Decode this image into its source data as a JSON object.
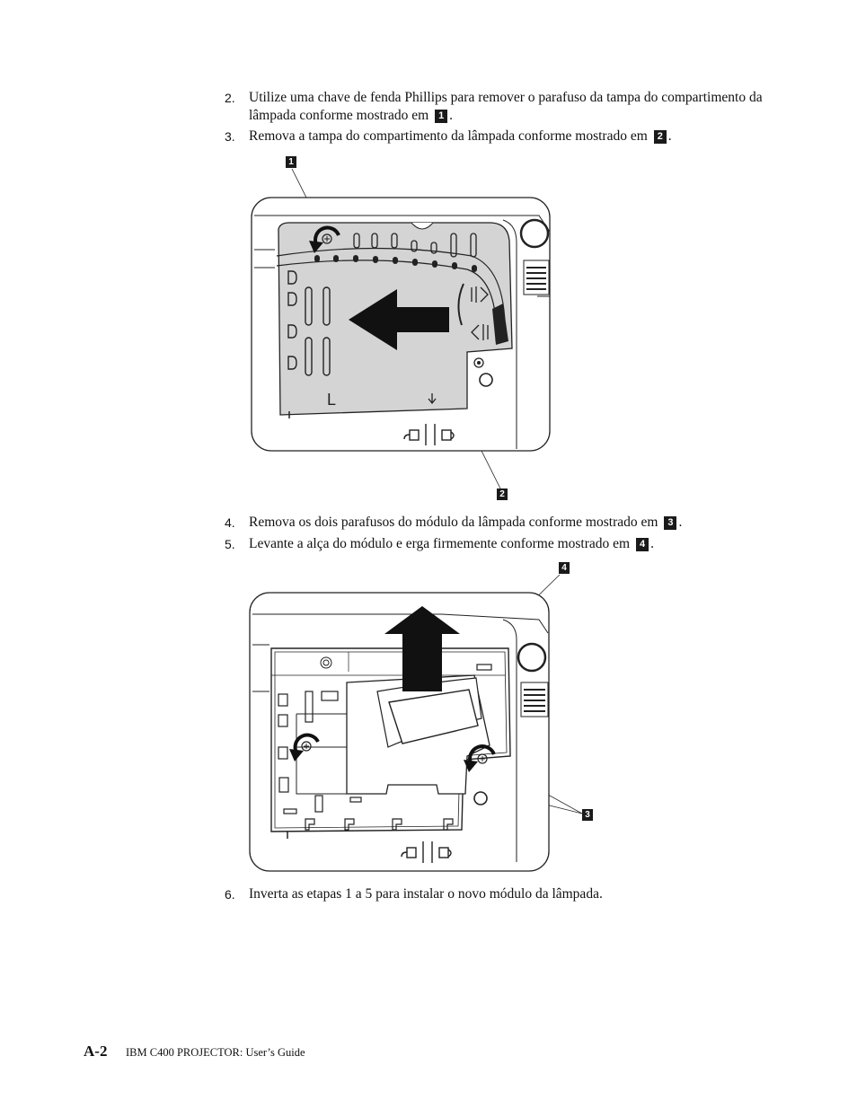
{
  "steps": [
    {
      "num": "2.",
      "text": "Utilize uma chave de fenda Phillips para remover o parafuso da tampa do compartimento da lâmpada conforme mostrado em",
      "ref": "1",
      "end": "."
    },
    {
      "num": "3.",
      "text": "Remova a tampa do compartimento da lâmpada conforme mostrado em",
      "ref": "2",
      "end": "."
    },
    {
      "num": "4.",
      "text": "Remova os dois parafusos do módulo da lâmpada conforme mostrado em",
      "ref": "3",
      "end": "."
    },
    {
      "num": "5.",
      "text": "Levante a alça do módulo e erga firmemente conforme mostrado em",
      "ref": "4",
      "end": "."
    },
    {
      "num": "6.",
      "text": "Inverta as etapas 1 a 5 para instalar o novo módulo da lâmpada."
    }
  ],
  "callouts": {
    "c1": "1",
    "c2": "2",
    "c3": "3",
    "c4": "4"
  },
  "figure_labels": {
    "cover_mark": "L"
  },
  "footer": {
    "page": "A-2",
    "title": "IBM C400 PROJECTOR: User’s Guide"
  }
}
